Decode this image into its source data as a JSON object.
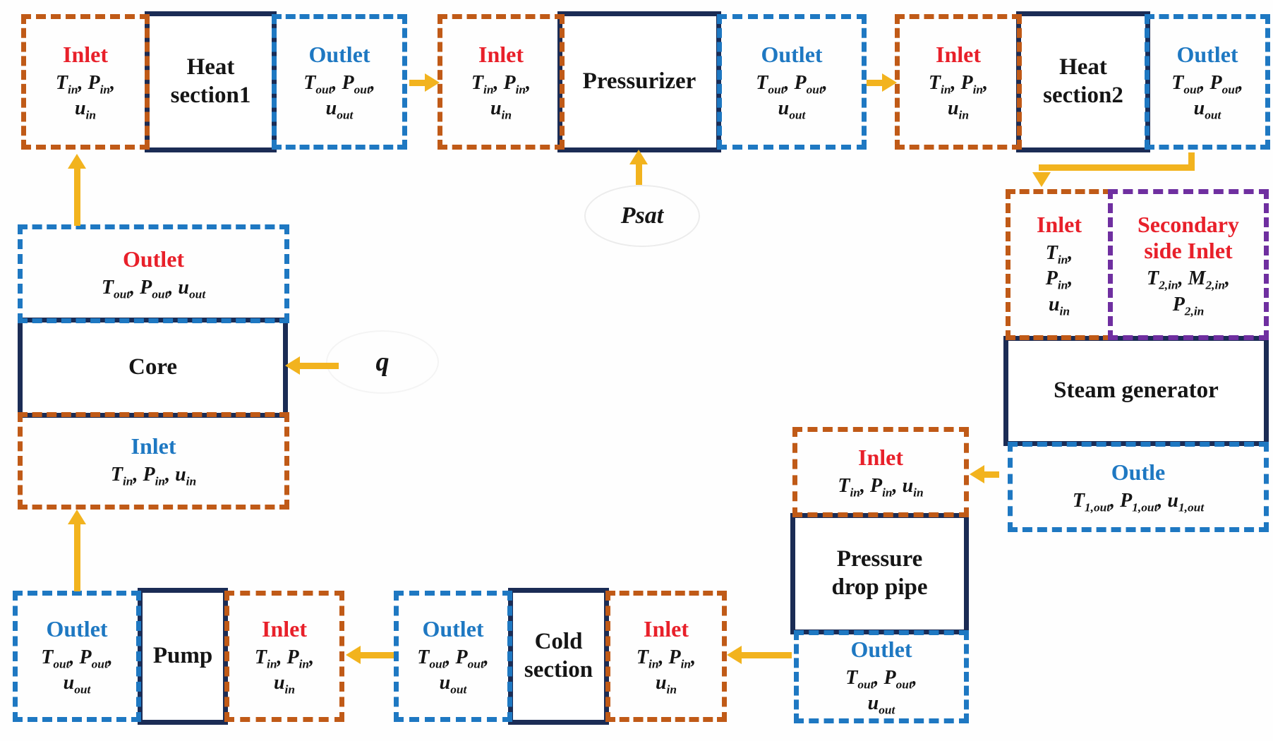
{
  "colors": {
    "inlet_border": "#c05a17",
    "outlet_border": "#1e78c2",
    "secondary_border": "#6f2fa0",
    "component_border": "#1b2c55",
    "inlet_text": "#e8202a",
    "outlet_text": "#1e78c2",
    "arrow": "#f2b31e"
  },
  "groups": {
    "heat1": {
      "inlet": {
        "label": "Inlet",
        "vars": "T_{in}, P_{in},\nu_{in}"
      },
      "box": "Heat\nsection1",
      "outlet": {
        "label": "Outlet",
        "vars": "T_{out}, P_{out},\nu_{out}"
      }
    },
    "pressurizer": {
      "inlet": {
        "label": "Inlet",
        "vars": "T_{in}, P_{in},\nu_{in}"
      },
      "box": "Pressurizer",
      "outlet": {
        "label": "Outlet",
        "vars": "T_{out}, P_{out},\nu_{out}"
      },
      "saturation_pressure": "Psat"
    },
    "heat2": {
      "inlet": {
        "label": "Inlet",
        "vars": "T_{in}, P_{in},\nu_{in}"
      },
      "box": "Heat\nsection2",
      "outlet": {
        "label": "Outlet",
        "vars": "T_{out}, P_{out},\nu_{out}"
      }
    },
    "core": {
      "outlet": {
        "label": "Outlet",
        "vars": "T_{out}, P_{out}, u_{out}"
      },
      "box": "Core",
      "inlet": {
        "label": "Inlet",
        "vars": "T_{in}, P_{in}, u_{in}"
      },
      "heat_input": "q"
    },
    "steam_generator": {
      "inlet": {
        "label": "Inlet",
        "vars": "T_{in},\nP_{in},\nu_{in}"
      },
      "secondary_inlet": {
        "label": "Secondary\nside Inlet",
        "vars": "T_{2,in}, M_{2,in},\nP_{2,in}"
      },
      "box": "Steam generator",
      "outlet": {
        "label": "Outle",
        "vars": "T_{1,out}, P_{1,out}, u_{1,out}"
      }
    },
    "pressure_drop_pipe": {
      "inlet": {
        "label": "Inlet",
        "vars": "T_{in}, P_{in}, u_{in}"
      },
      "box": "Pressure\ndrop pipe",
      "outlet": {
        "label": "Outlet",
        "vars": "T_{out}, P_{out},\nu_{out}"
      }
    },
    "cold_section": {
      "outlet": {
        "label": "Outlet",
        "vars": "T_{out}, P_{out},\nu_{out}"
      },
      "box": "Cold\nsection",
      "inlet": {
        "label": "Inlet",
        "vars": "T_{in}, P_{in},\nu_{in}"
      }
    },
    "pump": {
      "outlet": {
        "label": "Outlet",
        "vars": "T_{out}, P_{out},\nu_{out}"
      },
      "box": "Pump",
      "inlet": {
        "label": "Inlet",
        "vars": "T_{in}, P_{in},\nu_{in}"
      }
    }
  }
}
